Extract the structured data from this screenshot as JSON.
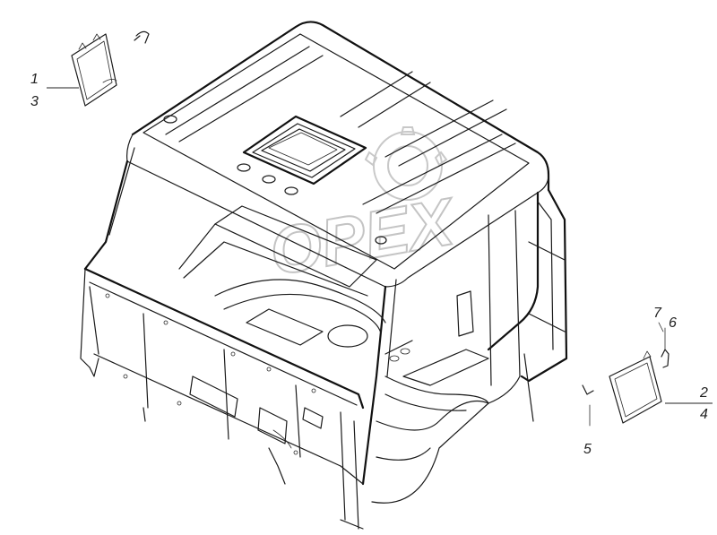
{
  "watermark": {
    "text": "OPEX"
  },
  "callouts": [
    {
      "id": "1",
      "text": "1"
    },
    {
      "id": "3",
      "text": "3"
    },
    {
      "id": "7",
      "text": "7"
    },
    {
      "id": "6",
      "text": "6"
    },
    {
      "id": "2",
      "text": "2"
    },
    {
      "id": "4",
      "text": "4"
    },
    {
      "id": "5",
      "text": "5"
    }
  ]
}
